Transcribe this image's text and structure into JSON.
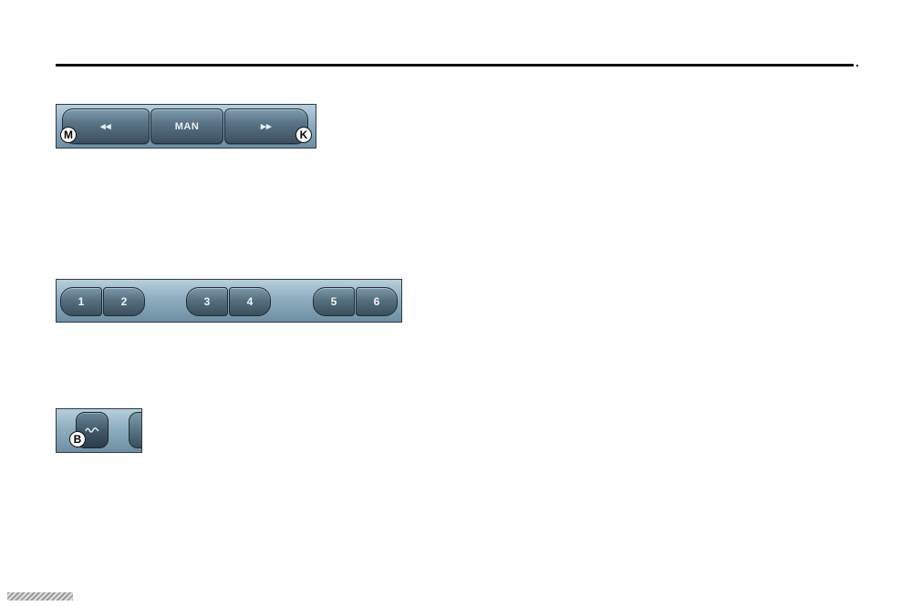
{
  "tuning_panel": {
    "seek_back_icon": "rewind-icon",
    "seek_back_glyph": "◂◂",
    "manual_label": "MAN",
    "seek_forward_icon": "fast-forward-icon",
    "seek_forward_glyph": "▸▸",
    "marker_left": "M",
    "marker_right": "K"
  },
  "preset_panel": {
    "presets": [
      "1",
      "2",
      "3",
      "4",
      "5",
      "6"
    ]
  },
  "band_panel": {
    "band_icon": "waveform-icon",
    "marker": "B"
  },
  "colors": {
    "panel_light": "#b7cfdb",
    "button_dark": "#3a5061",
    "button_text": "#e9f0f4"
  }
}
